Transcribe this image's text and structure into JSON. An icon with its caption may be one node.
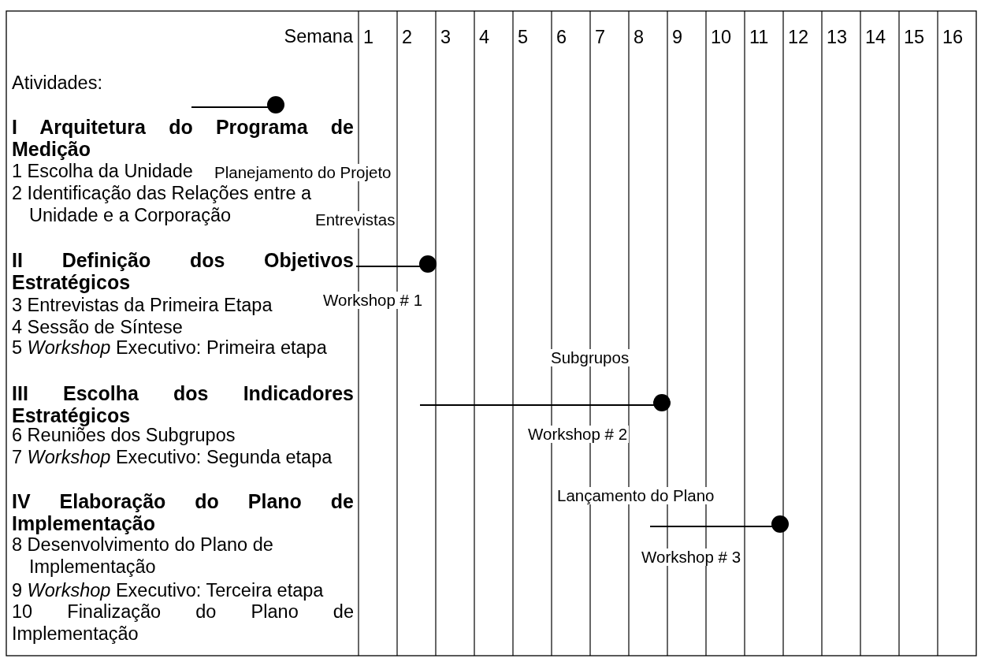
{
  "diagram": {
    "labels": [
      "Semana",
      "1",
      "2",
      "3",
      "4",
      "5",
      "6",
      "7",
      "8",
      "9",
      "10",
      "11",
      "12",
      "13",
      "14",
      "15",
      "16",
      "Atividades:",
      "I Arquitetura do Programa de Medição",
      "1 Escolha da Unidade",
      "2 Identificação das Relações entre a Unidade e a Corporação",
      "II Definição dos Objetivos Estratégicos",
      "3 Entrevistas da Primeira Etapa",
      "4 Sessão de Síntese",
      "5 *Workshop* Executivo: Primeira etapa",
      "III Escolha dos Indicadores Estratégicos",
      "6 Reuniões dos Subgrupos",
      "7 *Workshop* Executivo: Segunda etapa",
      "IV Elaboração do Plano de Implementação",
      "8 Desenvolvimento do Plano de Implementação",
      "9 *Workshop* Executivo: Terceira etapa",
      "10 Finalização do Plano de Implementação",
      "Planejamento do Projeto",
      "Entrevistas",
      "Workshop # 1",
      "Subgrupos",
      "Workshop # 2",
      "Lançamento do Plano",
      "Workshop # 3"
    ]
  }
}
